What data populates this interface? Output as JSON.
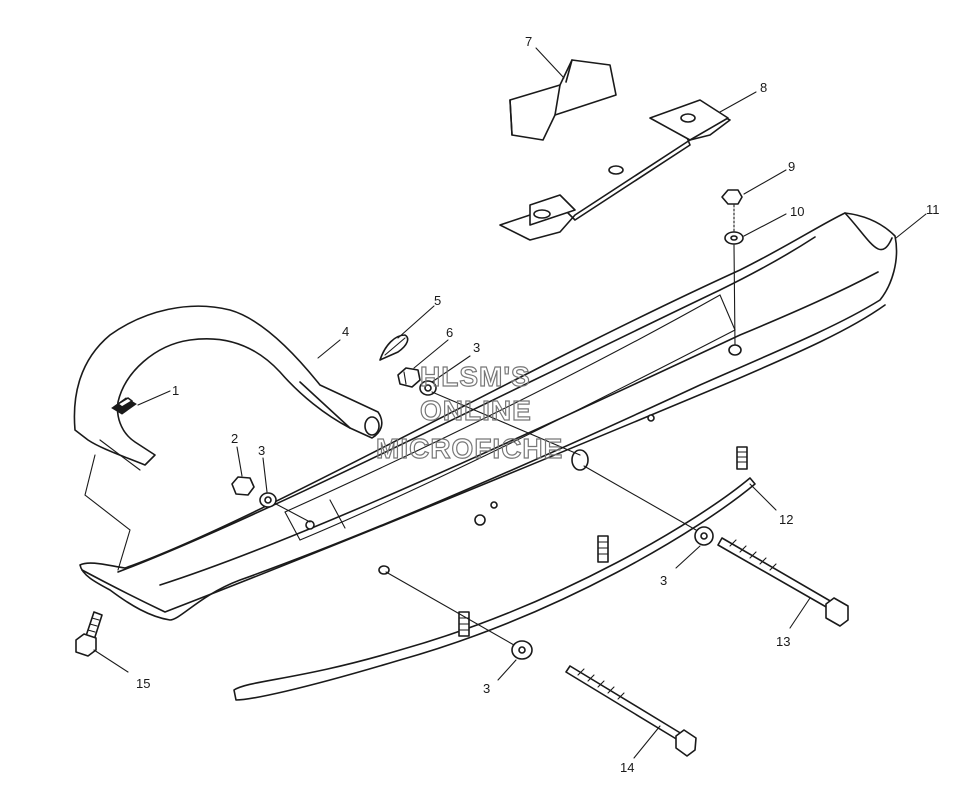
{
  "watermark": {
    "line1": "HLSM'S",
    "line2": "ONLINE",
    "line3": "MICROFICHE",
    "color": "#777777"
  },
  "callouts": [
    {
      "id": "c1",
      "label": "1",
      "part": "bumper-clip"
    },
    {
      "id": "c2",
      "label": "2",
      "part": "nut"
    },
    {
      "id": "c3a",
      "label": "3",
      "part": "washer"
    },
    {
      "id": "c3b",
      "label": "3",
      "part": "washer"
    },
    {
      "id": "c3c",
      "label": "3",
      "part": "washer"
    },
    {
      "id": "c3d",
      "label": "3",
      "part": "washer"
    },
    {
      "id": "c4",
      "label": "4",
      "part": "ski-loop-handle"
    },
    {
      "id": "c5",
      "label": "5",
      "part": "cotter-pin"
    },
    {
      "id": "c6",
      "label": "6",
      "part": "castle-nut"
    },
    {
      "id": "c7",
      "label": "7",
      "part": "rubber-bumper"
    },
    {
      "id": "c8",
      "label": "8",
      "part": "saddle-bracket"
    },
    {
      "id": "c9",
      "label": "9",
      "part": "nut"
    },
    {
      "id": "c10",
      "label": "10",
      "part": "washer"
    },
    {
      "id": "c11",
      "label": "11",
      "part": "ski"
    },
    {
      "id": "c12",
      "label": "12",
      "part": "wear-bar"
    },
    {
      "id": "c13",
      "label": "13",
      "part": "bolt"
    },
    {
      "id": "c14",
      "label": "14",
      "part": "bolt"
    },
    {
      "id": "c15",
      "label": "15",
      "part": "bolt"
    }
  ]
}
